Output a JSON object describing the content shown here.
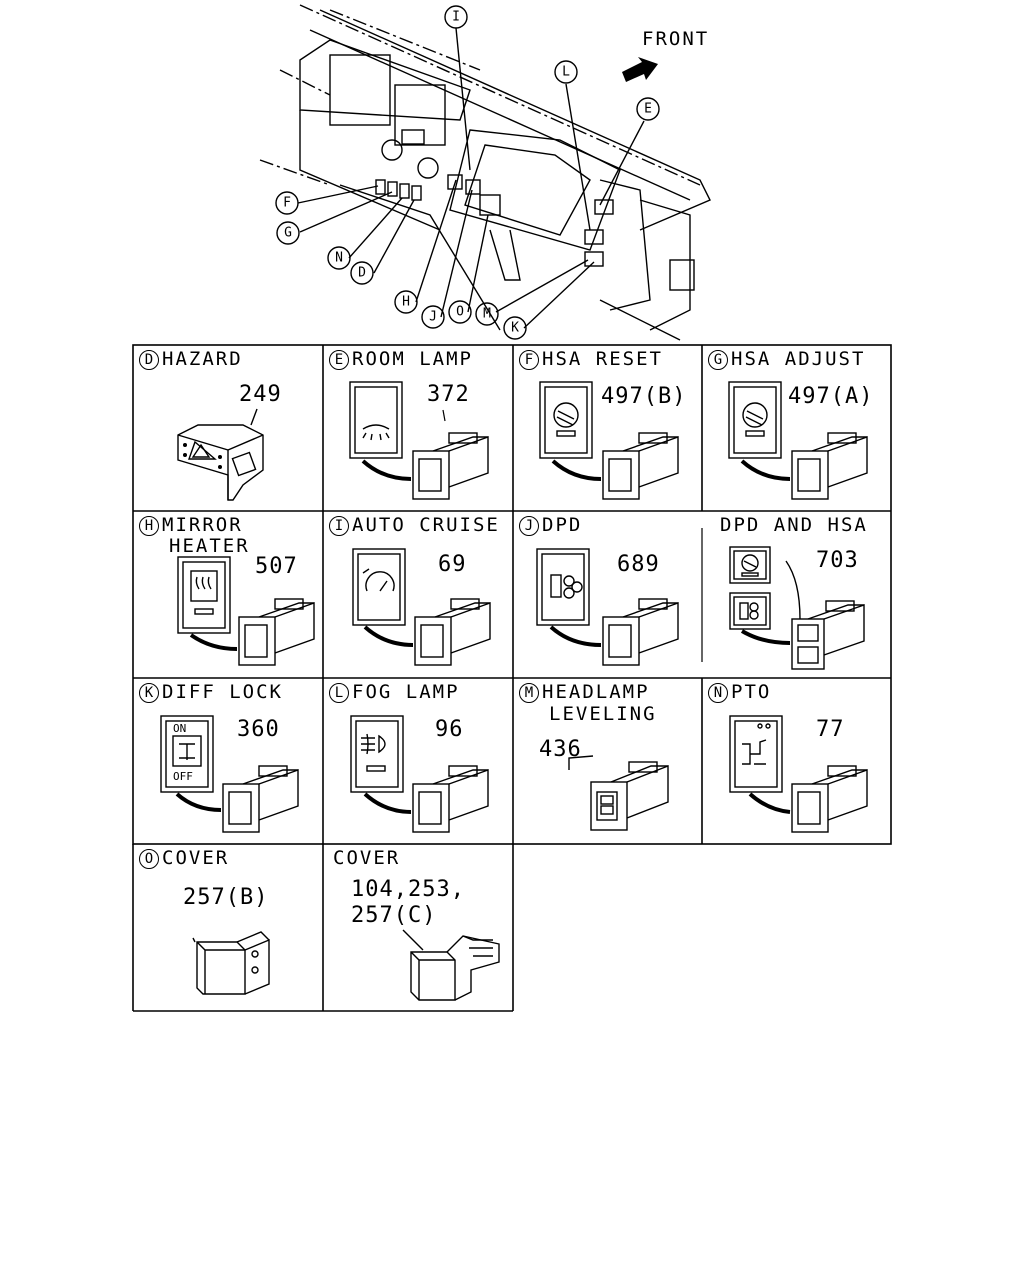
{
  "overview": {
    "front_label": "FRONT",
    "callouts": [
      "I",
      "L",
      "E",
      "F",
      "G",
      "N",
      "D",
      "H",
      "J",
      "O",
      "M",
      "K"
    ]
  },
  "cells": [
    {
      "letter": "D",
      "title": "HAZARD",
      "part": "249"
    },
    {
      "letter": "E",
      "title": "ROOM LAMP",
      "part": "372"
    },
    {
      "letter": "F",
      "title": "HSA RESET",
      "part": "497(B)"
    },
    {
      "letter": "G",
      "title": "HSA ADJUST",
      "part": "497(A)"
    },
    {
      "letter": "H",
      "title": "MIRROR",
      "title2": "HEATER",
      "part": "507"
    },
    {
      "letter": "I",
      "title": "AUTO CRUISE",
      "part": "69"
    },
    {
      "letter": "J",
      "title": "DPD",
      "part": "689"
    },
    {
      "letter": "",
      "title": "DPD AND HSA",
      "part": "703"
    },
    {
      "letter": "K",
      "title": "DIFF LOCK",
      "part": "360",
      "on_label": "ON",
      "off_label": "OFF"
    },
    {
      "letter": "L",
      "title": "FOG LAMP",
      "part": "96"
    },
    {
      "letter": "M",
      "title": "HEADLAMP",
      "title2": "LEVELING",
      "part": "436"
    },
    {
      "letter": "N",
      "title": "PTO",
      "part": "77"
    },
    {
      "letter": "O",
      "title": "COVER",
      "part": "257(B)"
    },
    {
      "letter": "",
      "title": "COVER",
      "part": "104,253,",
      "part2": "257(C)"
    }
  ]
}
